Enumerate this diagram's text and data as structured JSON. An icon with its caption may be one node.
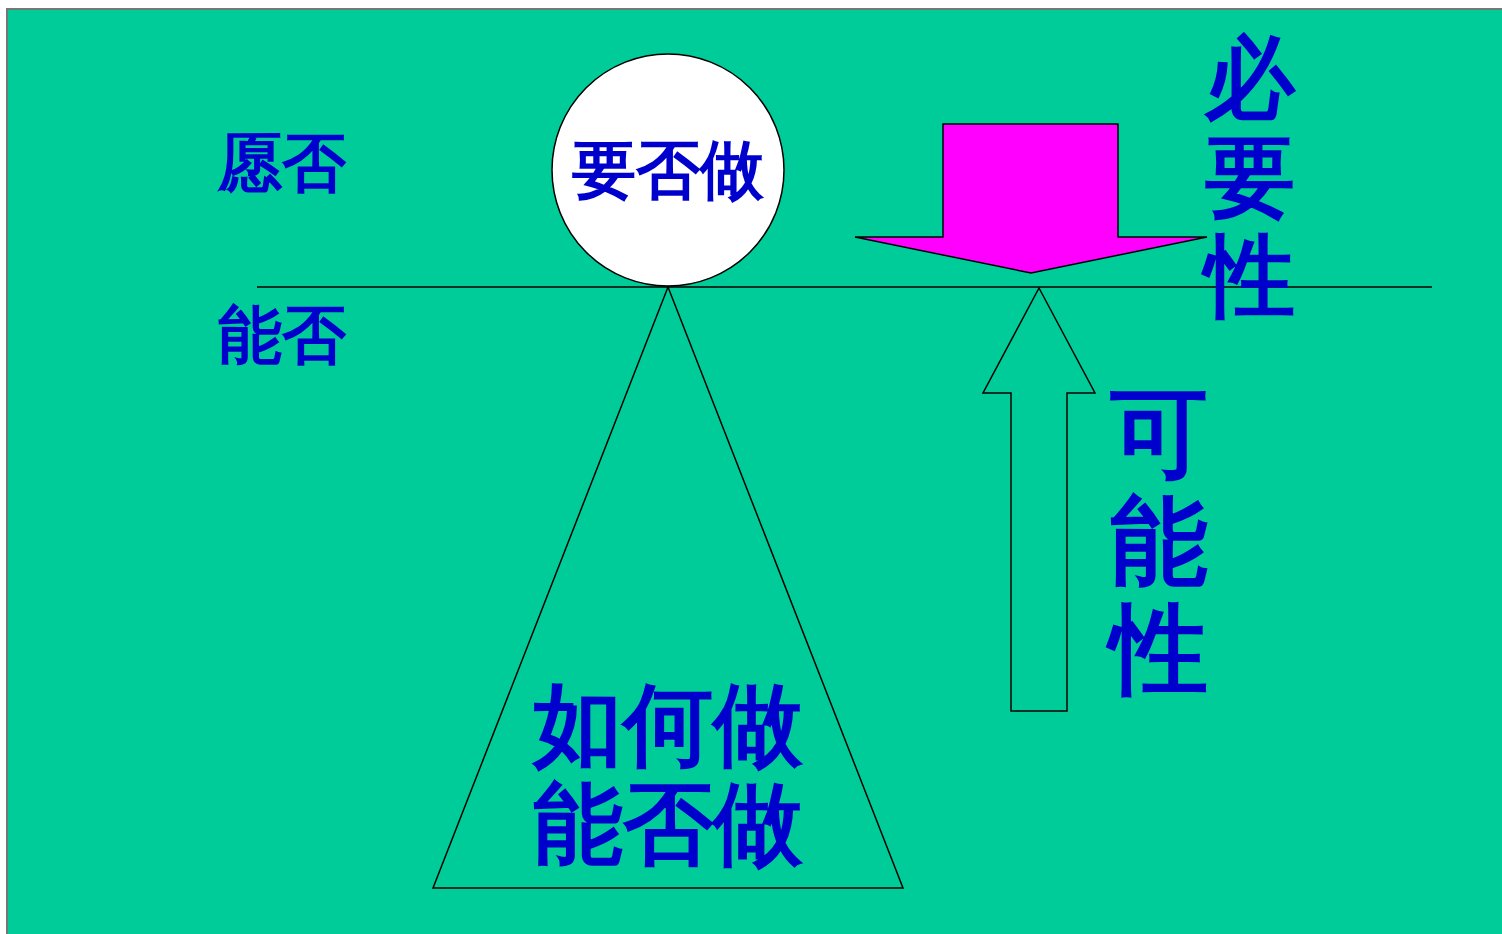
{
  "diagram": {
    "nodes": [
      {
        "text": [
          "要否做"
        ]
      },
      {
        "text": [
          "如何做",
          "能否做"
        ]
      }
    ],
    "labels": [
      "愿否",
      "能否",
      "必要性",
      "可能性"
    ]
  }
}
